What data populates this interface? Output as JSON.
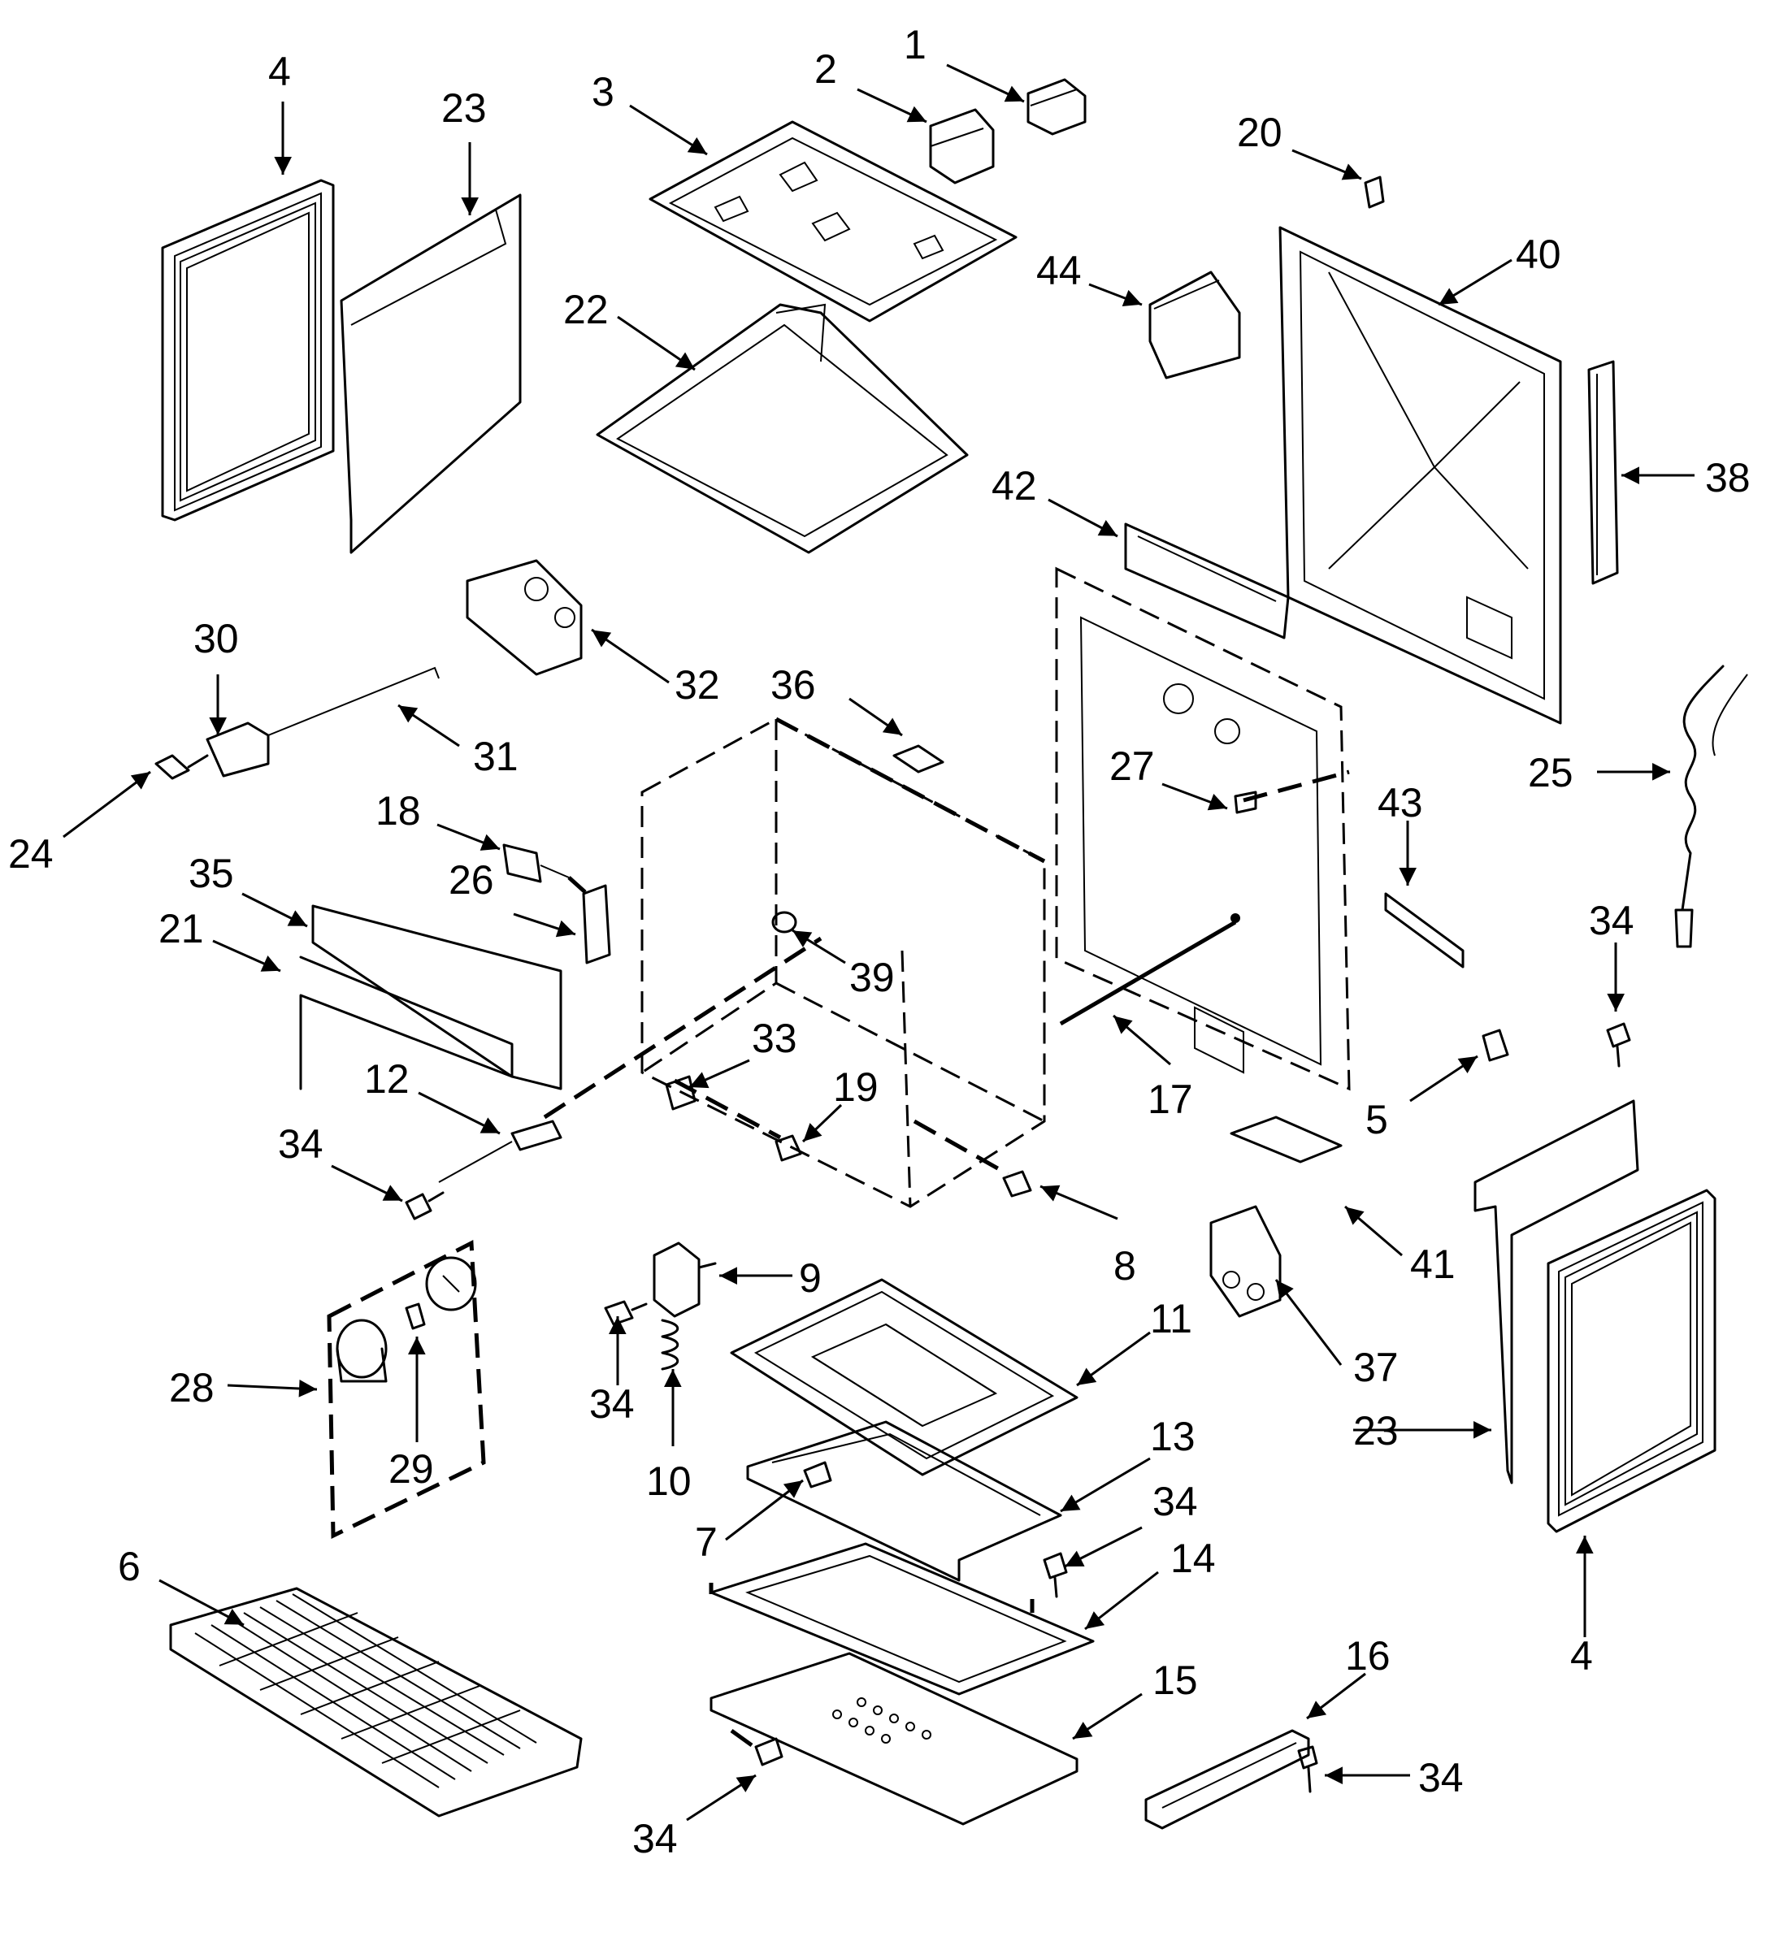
{
  "callouts": [
    {
      "id": "c1",
      "label": "1"
    },
    {
      "id": "c2",
      "label": "2"
    },
    {
      "id": "c3",
      "label": "3"
    },
    {
      "id": "c4a",
      "label": "4"
    },
    {
      "id": "c4b",
      "label": "4"
    },
    {
      "id": "c5",
      "label": "5"
    },
    {
      "id": "c6",
      "label": "6"
    },
    {
      "id": "c7",
      "label": "7"
    },
    {
      "id": "c8",
      "label": "8"
    },
    {
      "id": "c9",
      "label": "9"
    },
    {
      "id": "c10",
      "label": "10"
    },
    {
      "id": "c11",
      "label": "11"
    },
    {
      "id": "c12",
      "label": "12"
    },
    {
      "id": "c13",
      "label": "13"
    },
    {
      "id": "c14",
      "label": "14"
    },
    {
      "id": "c15",
      "label": "15"
    },
    {
      "id": "c16",
      "label": "16"
    },
    {
      "id": "c17",
      "label": "17"
    },
    {
      "id": "c18",
      "label": "18"
    },
    {
      "id": "c19",
      "label": "19"
    },
    {
      "id": "c20",
      "label": "20"
    },
    {
      "id": "c21",
      "label": "21"
    },
    {
      "id": "c22",
      "label": "22"
    },
    {
      "id": "c23a",
      "label": "23"
    },
    {
      "id": "c23b",
      "label": "23"
    },
    {
      "id": "c24",
      "label": "24"
    },
    {
      "id": "c25",
      "label": "25"
    },
    {
      "id": "c26",
      "label": "26"
    },
    {
      "id": "c27",
      "label": "27"
    },
    {
      "id": "c28",
      "label": "28"
    },
    {
      "id": "c29",
      "label": "29"
    },
    {
      "id": "c30",
      "label": "30"
    },
    {
      "id": "c31",
      "label": "31"
    },
    {
      "id": "c32",
      "label": "32"
    },
    {
      "id": "c33",
      "label": "33"
    },
    {
      "id": "c34a",
      "label": "34"
    },
    {
      "id": "c34b",
      "label": "34"
    },
    {
      "id": "c34c",
      "label": "34"
    },
    {
      "id": "c34d",
      "label": "34"
    },
    {
      "id": "c34e",
      "label": "34"
    },
    {
      "id": "c34f",
      "label": "34"
    },
    {
      "id": "c35",
      "label": "35"
    },
    {
      "id": "c36",
      "label": "36"
    },
    {
      "id": "c37",
      "label": "37"
    },
    {
      "id": "c38",
      "label": "38"
    },
    {
      "id": "c39",
      "label": "39"
    },
    {
      "id": "c40",
      "label": "40"
    },
    {
      "id": "c41",
      "label": "41"
    },
    {
      "id": "c42",
      "label": "42"
    },
    {
      "id": "c43",
      "label": "43"
    },
    {
      "id": "c44",
      "label": "44"
    }
  ]
}
